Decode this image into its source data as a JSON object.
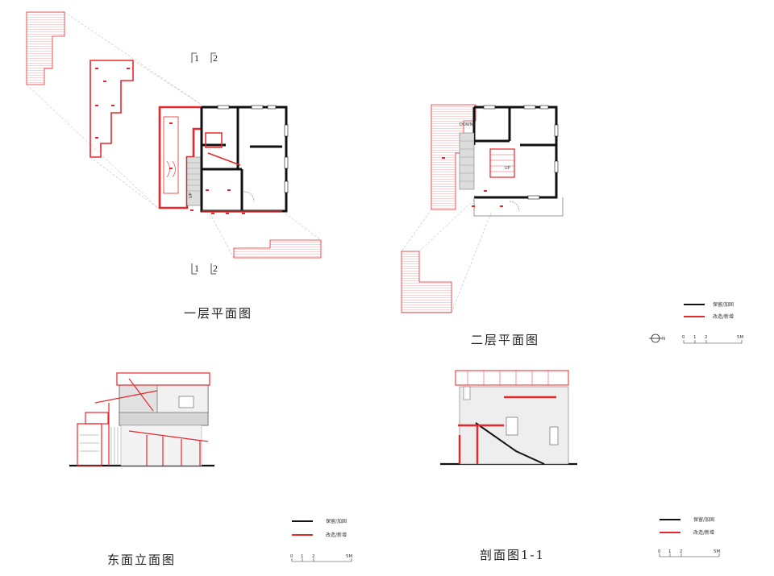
{
  "drawings": {
    "ground_floor": {
      "title": "一层平面图"
    },
    "first_floor": {
      "title": "二层平面图"
    },
    "east_elevation": {
      "title": "东面立面图"
    },
    "section": {
      "title": "剖面图1-1"
    }
  },
  "section_marks": {
    "one": "1",
    "two": "2"
  },
  "legend": {
    "existing_label": "保留/加固",
    "new_label": "改造/新增",
    "existing_color": "#111111",
    "new_color": "#e8262b"
  },
  "scale_bar": {
    "ticks": [
      "0",
      "1",
      "2",
      "5M"
    ]
  },
  "north_arrow": {
    "label": "N",
    "icon": "north-arrow-icon"
  },
  "plan_tags": {
    "up": "UP",
    "down": "DOWN"
  }
}
